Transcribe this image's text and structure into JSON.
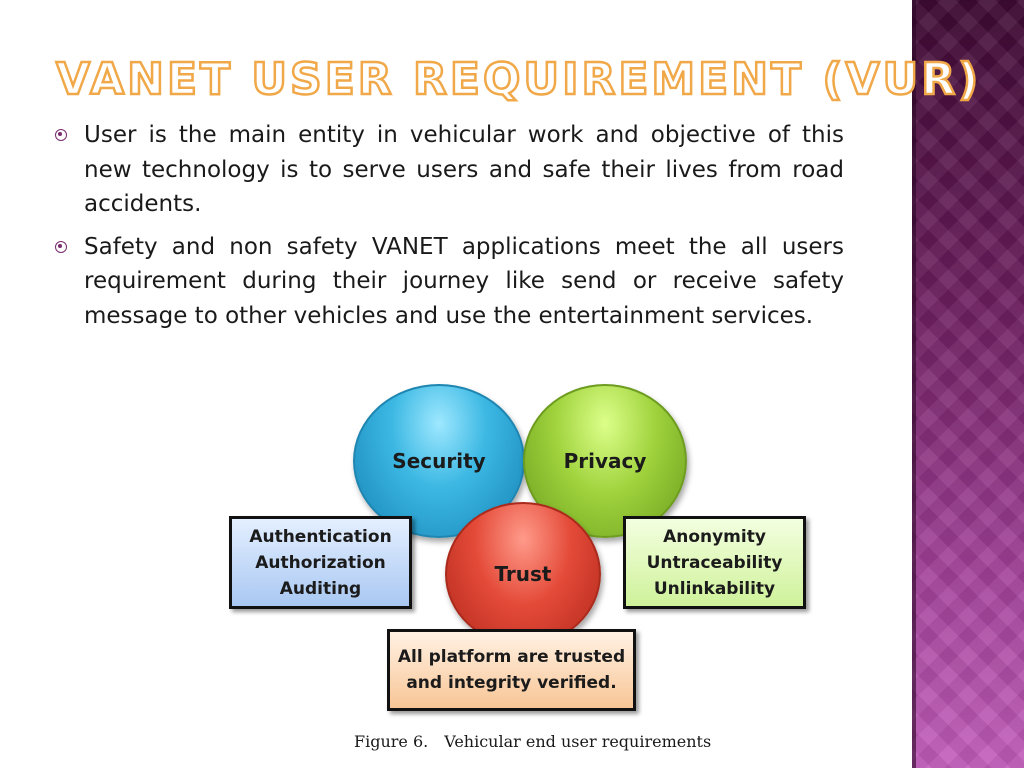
{
  "slide": {
    "title": "VANET User Requirement (VUR)",
    "bullets": [
      "User is the main entity in vehicular work and objective of this new technology is to serve users and safe their lives from road accidents.",
      "Safety and non safety VANET applications meet the all users requirement during their journey like send or receive safety message to other vehicles and use the entertainment services."
    ]
  },
  "figure": {
    "circles": {
      "security": "Security",
      "privacy": "Privacy",
      "trust": "Trust"
    },
    "boxes": {
      "left": [
        "Authentication",
        "Authorization",
        "Auditing"
      ],
      "right": [
        "Anonymity",
        "Untraceability",
        "Unlinkability"
      ],
      "bottom": "All platform are trusted and integrity verified."
    },
    "caption": {
      "number": "Figure 6.",
      "text": "Vehicular end user requirements"
    }
  },
  "colors": {
    "title_outline": "#f0a848",
    "bullet_marker": "#7a2a6e",
    "side_band": "#6e1f60"
  }
}
